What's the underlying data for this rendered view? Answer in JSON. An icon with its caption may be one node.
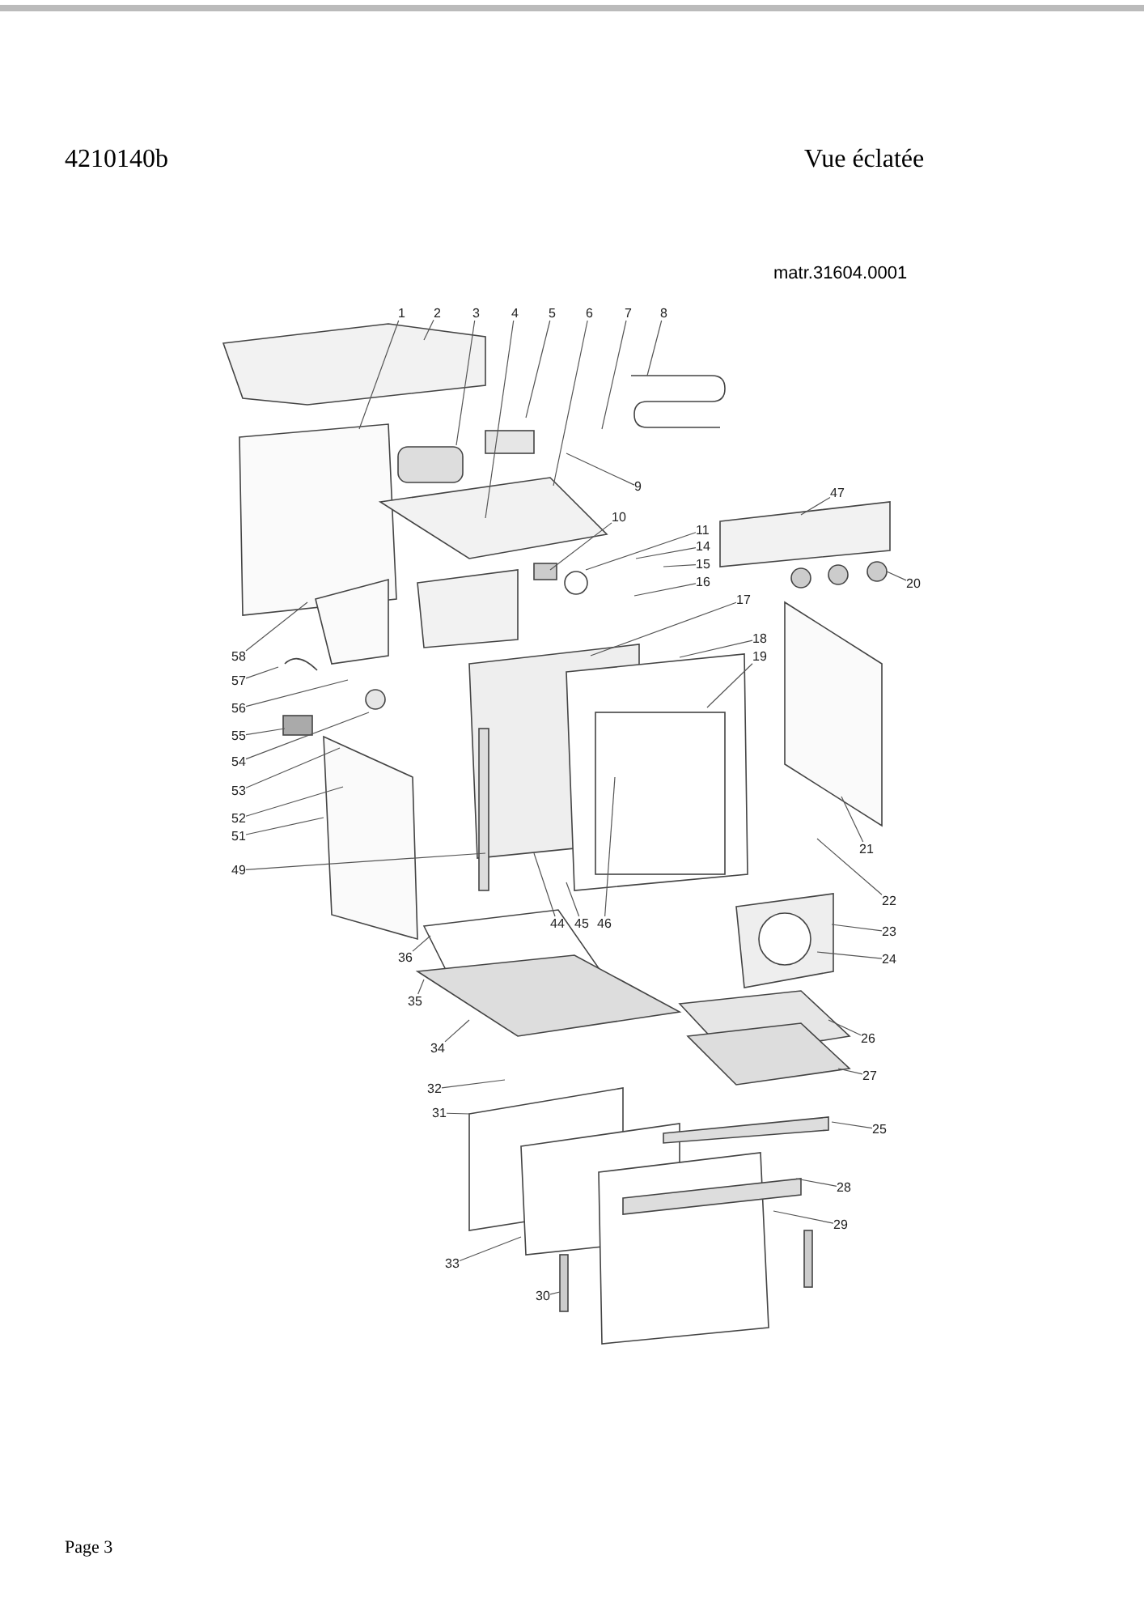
{
  "diagram": {
    "title": "Vue éclatée",
    "nodes": [
      {
        "text": [
          "1"
        ]
      },
      {
        "text": [
          "2"
        ]
      },
      {
        "text": [
          "3"
        ]
      },
      {
        "text": [
          "4"
        ]
      },
      {
        "text": [
          "5"
        ]
      },
      {
        "text": [
          "6"
        ]
      },
      {
        "text": [
          "7"
        ]
      },
      {
        "text": [
          "8"
        ]
      },
      {
        "text": [
          "9"
        ]
      },
      {
        "text": [
          "10"
        ]
      },
      {
        "text": [
          "11"
        ]
      },
      {
        "text": [
          "14"
        ]
      },
      {
        "text": [
          "15"
        ]
      },
      {
        "text": [
          "16"
        ]
      },
      {
        "text": [
          "17"
        ]
      },
      {
        "text": [
          "18"
        ]
      },
      {
        "text": [
          "19"
        ]
      },
      {
        "text": [
          "47"
        ]
      },
      {
        "text": [
          "20"
        ]
      },
      {
        "text": [
          "58"
        ]
      },
      {
        "text": [
          "57"
        ]
      },
      {
        "text": [
          "56"
        ]
      },
      {
        "text": [
          "55"
        ]
      },
      {
        "text": [
          "54"
        ]
      },
      {
        "text": [
          "53"
        ]
      },
      {
        "text": [
          "52"
        ]
      },
      {
        "text": [
          "51"
        ]
      },
      {
        "text": [
          "49"
        ]
      },
      {
        "text": [
          "21"
        ]
      },
      {
        "text": [
          "22"
        ]
      },
      {
        "text": [
          "23"
        ]
      },
      {
        "text": [
          "24"
        ]
      },
      {
        "text": [
          "44"
        ]
      },
      {
        "text": [
          "45"
        ]
      },
      {
        "text": [
          "46"
        ]
      },
      {
        "text": [
          "36"
        ]
      },
      {
        "text": [
          "35"
        ]
      },
      {
        "text": [
          "34"
        ]
      },
      {
        "text": [
          "26"
        ]
      },
      {
        "text": [
          "27"
        ]
      },
      {
        "text": [
          "32"
        ]
      },
      {
        "text": [
          "31"
        ]
      },
      {
        "text": [
          "25"
        ]
      },
      {
        "text": [
          "28"
        ]
      },
      {
        "text": [
          "29"
        ]
      },
      {
        "text": [
          "33"
        ]
      },
      {
        "text": [
          "30"
        ]
      }
    ],
    "edges": [
      {
        "from": 0,
        "to": null,
        "arrow": "none"
      },
      {
        "from": 1,
        "to": null,
        "arrow": "none"
      },
      {
        "from": 2,
        "to": null,
        "arrow": "none"
      },
      {
        "from": 3,
        "to": null,
        "arrow": "none"
      },
      {
        "from": 4,
        "to": null,
        "arrow": "none"
      },
      {
        "from": 5,
        "to": null,
        "arrow": "none"
      },
      {
        "from": 6,
        "to": null,
        "arrow": "none"
      },
      {
        "from": 7,
        "to": null,
        "arrow": "none"
      },
      {
        "from": 8,
        "to": null,
        "arrow": "none"
      },
      {
        "from": 9,
        "to": null,
        "arrow": "none"
      },
      {
        "from": 10,
        "to": null,
        "arrow": "none"
      },
      {
        "from": 11,
        "to": null,
        "arrow": "none"
      },
      {
        "from": 12,
        "to": null,
        "arrow": "none"
      },
      {
        "from": 13,
        "to": null,
        "arrow": "none"
      },
      {
        "from": 14,
        "to": null,
        "arrow": "none"
      },
      {
        "from": 15,
        "to": null,
        "arrow": "none"
      },
      {
        "from": 16,
        "to": null,
        "arrow": "none"
      },
      {
        "from": 17,
        "to": null,
        "arrow": "none"
      },
      {
        "from": 18,
        "to": null,
        "arrow": "none"
      },
      {
        "from": 19,
        "to": null,
        "arrow": "none"
      },
      {
        "from": 20,
        "to": null,
        "arrow": "none"
      },
      {
        "from": 21,
        "to": null,
        "arrow": "none"
      },
      {
        "from": 22,
        "to": null,
        "arrow": "none"
      },
      {
        "from": 23,
        "to": null,
        "arrow": "none"
      },
      {
        "from": 24,
        "to": null,
        "arrow": "none"
      },
      {
        "from": 25,
        "to": null,
        "arrow": "none"
      },
      {
        "from": 26,
        "to": null,
        "arrow": "none"
      },
      {
        "from": 27,
        "to": null,
        "arrow": "none"
      },
      {
        "from": 28,
        "to": null,
        "arrow": "none"
      },
      {
        "from": 29,
        "to": null,
        "arrow": "none"
      },
      {
        "from": 30,
        "to": null,
        "arrow": "none"
      },
      {
        "from": 31,
        "to": null,
        "arrow": "none"
      },
      {
        "from": 32,
        "to": null,
        "arrow": "none"
      },
      {
        "from": 33,
        "to": null,
        "arrow": "none"
      },
      {
        "from": 34,
        "to": null,
        "arrow": "none"
      },
      {
        "from": 35,
        "to": null,
        "arrow": "none"
      },
      {
        "from": 36,
        "to": null,
        "arrow": "none"
      },
      {
        "from": 37,
        "to": null,
        "arrow": "none"
      },
      {
        "from": 38,
        "to": null,
        "arrow": "none"
      },
      {
        "from": 39,
        "to": null,
        "arrow": "none"
      },
      {
        "from": 40,
        "to": null,
        "arrow": "none"
      },
      {
        "from": 41,
        "to": null,
        "arrow": "none"
      },
      {
        "from": 42,
        "to": null,
        "arrow": "none"
      },
      {
        "from": 43,
        "to": null,
        "arrow": "none"
      },
      {
        "from": 44,
        "to": null,
        "arrow": "none"
      },
      {
        "from": 45,
        "to": null,
        "arrow": "none"
      },
      {
        "from": 46,
        "to": null,
        "arrow": "none"
      }
    ],
    "labels": [
      "4210140b",
      "matr.31604.0001",
      "Page 3"
    ]
  }
}
